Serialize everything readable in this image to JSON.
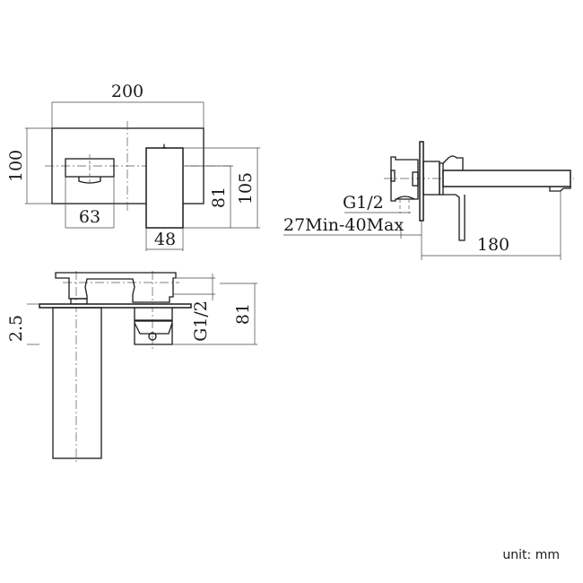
{
  "drawing": {
    "front_view": {
      "width_label": "200",
      "height_label": "100",
      "spout_width_label": "63",
      "handle_width_label": "48",
      "handle_center_label": "81",
      "handle_height_label": "105"
    },
    "side_view": {
      "thread_label": "G1/2",
      "wall_depth_label": "27Min-40Max",
      "projection_label": "180"
    },
    "top_view": {
      "plate_thickness_label": "2.5",
      "thread_label": "G1/2",
      "depth_label": "81"
    },
    "unit_label": "unit: mm"
  }
}
